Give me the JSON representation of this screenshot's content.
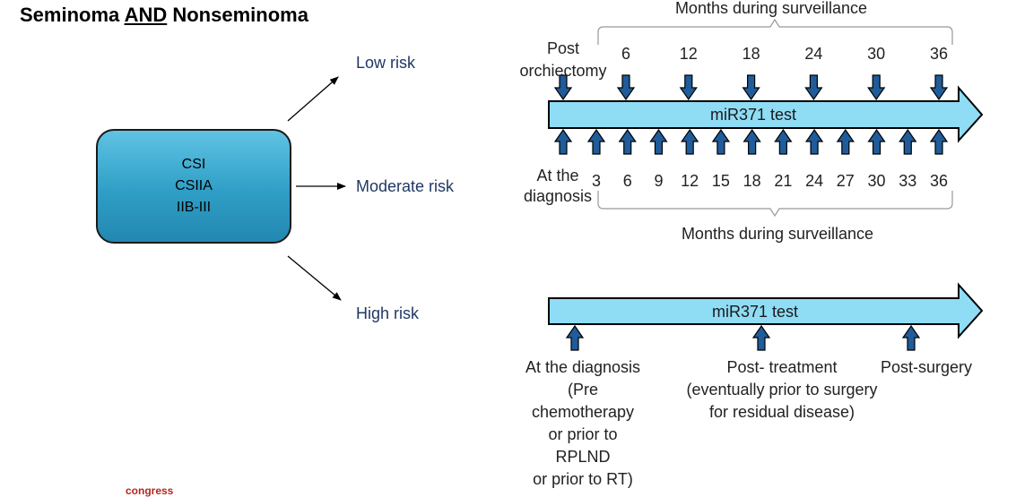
{
  "title": {
    "part1": "Seminoma ",
    "part2": "AND",
    "part3": " Nonseminoma"
  },
  "stage_box": {
    "line1": "CSI",
    "line2": "CSIIA",
    "line3": "IIB-III"
  },
  "risks": {
    "low": "Low risk",
    "moderate": "Moderate risk",
    "high": "High risk"
  },
  "timeline_top": {
    "bracket_label": "Months during surveillance",
    "start_label_line1": "Post",
    "start_label_line2": "orchiectomy",
    "months": [
      "6",
      "12",
      "18",
      "24",
      "30",
      "36"
    ],
    "arrow_label": "miR371 test"
  },
  "timeline_moderate": {
    "start_label_line1": "At the",
    "start_label_line2": "diagnosis",
    "months": [
      "3",
      "6",
      "9",
      "12",
      "15",
      "18",
      "21",
      "24",
      "27",
      "30",
      "33",
      "36"
    ],
    "bracket_label": "Months during surveillance"
  },
  "timeline_high": {
    "arrow_label": "miR371 test",
    "at_diagnosis": [
      "At the diagnosis",
      "(Pre",
      "chemotherapy",
      "or prior to",
      "RPLND",
      "or prior to RT)"
    ],
    "post_treatment": [
      "Post- treatment",
      "(eventually prior to surgery",
      "for residual disease)"
    ],
    "post_surgery": "Post-surgery"
  },
  "footer": {
    "congress": "congress"
  },
  "colors": {
    "arrow_fill": "#8fdcf5",
    "marker_fill": "#1f5c99",
    "box_fill": "#2f9ec6"
  }
}
